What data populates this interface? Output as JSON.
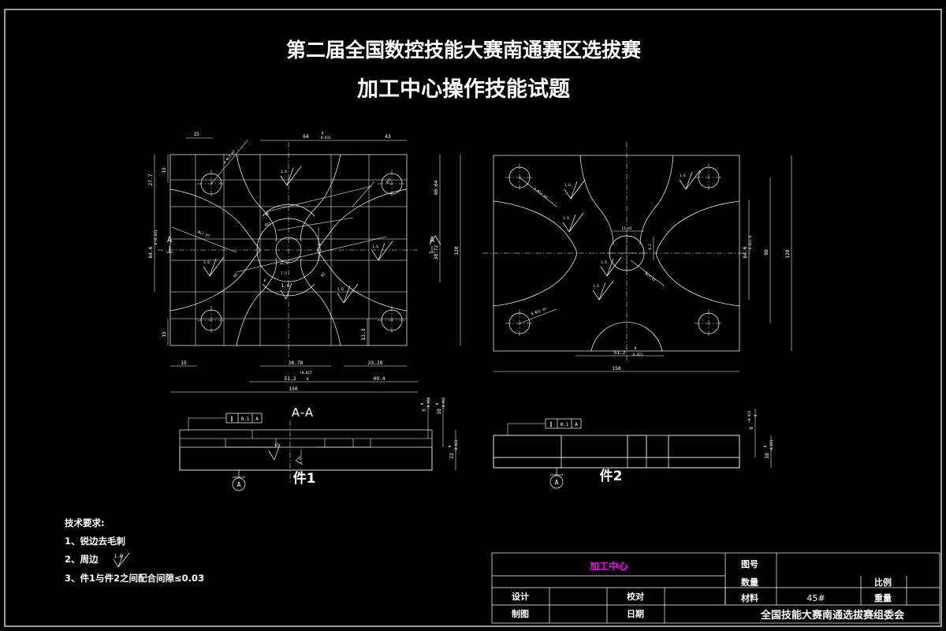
{
  "titles": {
    "line1": "第二届全国数控技能大赛南通赛区选拔赛",
    "line2": "加工中心操作技能试题"
  },
  "part_labels": {
    "part1": "件1",
    "part2": "件2",
    "section_aa": "A-A"
  },
  "part1": {
    "top_dims": [
      "15",
      "64",
      "43"
    ],
    "top_tol_upper": "0",
    "top_tol_lower": "-0.033",
    "left_dims": [
      "15",
      "27.7",
      "64.6",
      "15",
      "15"
    ],
    "left_tol_upper": "+0.021",
    "left_tol_lower": "0",
    "right_dims": [
      "40.64",
      "38.72",
      "120"
    ],
    "bottom_dims": [
      "15",
      "38.78",
      "51.2",
      "49.4",
      "23.28",
      "13.3",
      "150"
    ],
    "bottom_tol_upper": "+0.027",
    "bottom_tol_lower": "0",
    "center_dims": [
      "11.5",
      "7.5",
      "6",
      "5"
    ],
    "hole_callout": "4-Φ12 H7",
    "hole_callout2": "Φ12 H7",
    "radius_callouts": [
      "R5",
      "R8",
      "R21",
      "R22",
      "R5"
    ],
    "roughness": "1.6",
    "datum": "A"
  },
  "part2": {
    "width_dim": "150",
    "height_dim": "120",
    "inner_dims": [
      "90",
      "64.6",
      "51.2",
      "12.43",
      "4.2"
    ],
    "tol_646_upper": "0",
    "tol_646_lower": "-0.021",
    "tol_512_upper": "0",
    "tol_512_lower": "-0.021",
    "hole_callout": "4-Φ12 H7",
    "center_callout": "Φ14.42",
    "roughness": "1.6"
  },
  "section1": {
    "gdt_symbol": "∥",
    "gdt_value": "0.1",
    "gdt_datum": "A",
    "datum_mark": "A",
    "dims": [
      {
        "value": "5",
        "upper": "0",
        "lower": "-0.018"
      },
      {
        "value": "10",
        "upper": "0",
        "lower": "-0.012"
      },
      {
        "value": "23",
        "upper": "0",
        "lower": "-0.021"
      }
    ],
    "radius": "R3",
    "roughness": "1.6"
  },
  "section2": {
    "gdt_symbol": "∥",
    "gdt_value": "0.1",
    "gdt_datum": "A",
    "datum_mark": "A",
    "dims": [
      {
        "value": "9",
        "upper": "+0.021",
        "lower": "0"
      },
      {
        "value": "18",
        "upper": "0",
        "lower": "-0.021"
      }
    ]
  },
  "tech_requirements": {
    "heading": "技术要求:",
    "items": [
      "1、锐边去毛刺",
      "2、周边",
      "3、件1与件2之间配合间隙≤0.03"
    ],
    "item2_roughness": "1.6"
  },
  "title_block": {
    "main_title": "加工中心",
    "designer_label": "设计",
    "checker_label": "校对",
    "drawer_label": "制图",
    "date_label": "日期",
    "drawing_no_label": "图号",
    "quantity_label": "数量",
    "material_label": "材料",
    "material_value": "45#",
    "scale_label": "比例",
    "weight_label": "重量",
    "organization": "全国技能大赛南通选拔赛组委会"
  },
  "colors": {
    "background": "#000000",
    "lines": "#ffffff",
    "accent": "#ff00ff"
  }
}
